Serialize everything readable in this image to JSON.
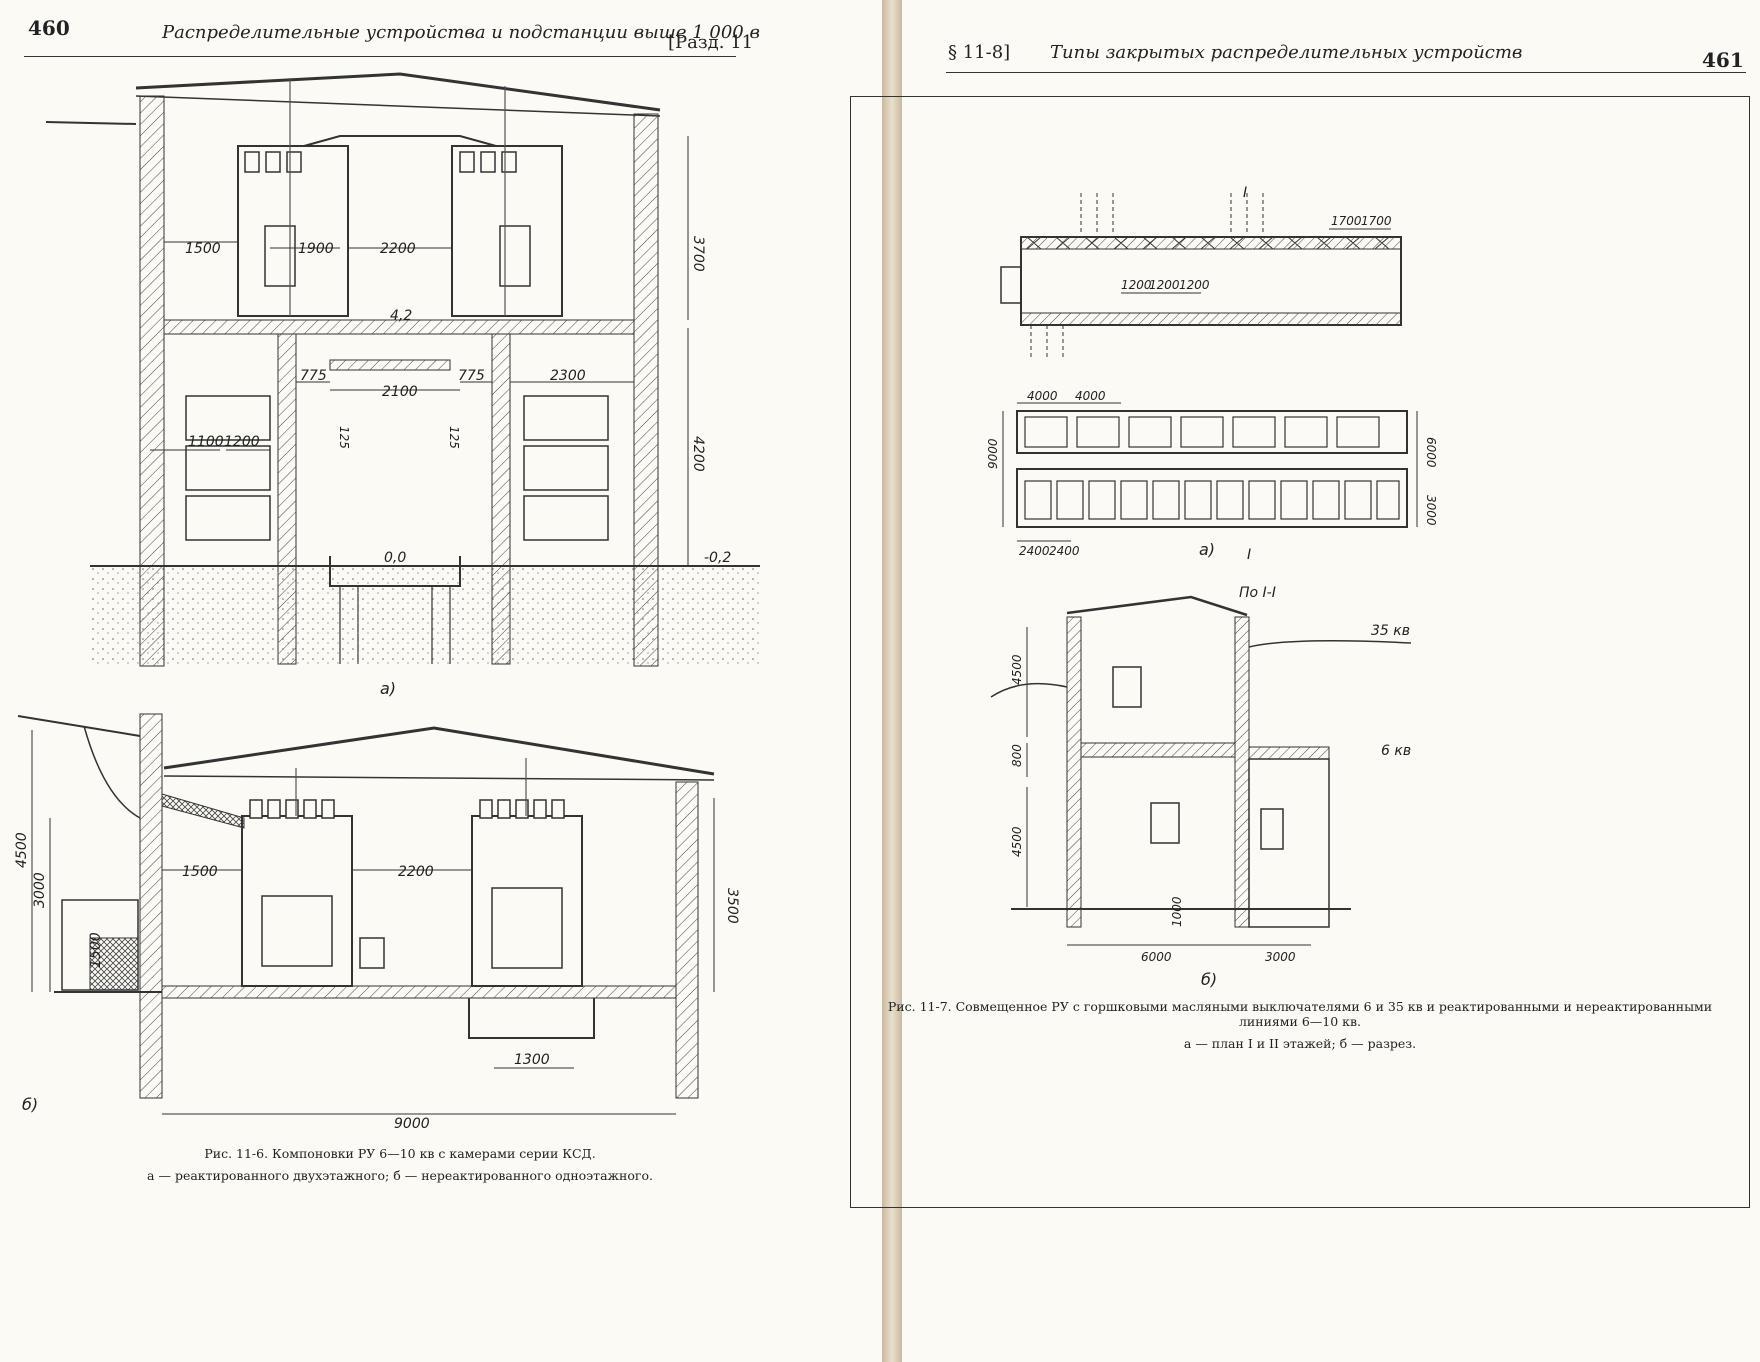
{
  "left_page": {
    "page_number": "460",
    "running_title": "Распределительные устройства и подстанции выше 1 000 в",
    "section_ref": "[Разд. 11",
    "figure_a": {
      "label": "а)",
      "dims": [
        "1500",
        "1900",
        "2200",
        "3700",
        "4,2",
        "775",
        "2100",
        "775",
        "2300",
        "125",
        "125",
        "1100",
        "1200",
        "4200",
        "0,0",
        "-0,2"
      ]
    },
    "figure_b": {
      "label": "б)",
      "dims": [
        "1500",
        "2200",
        "4500",
        "3000",
        "1500",
        "3500",
        "1300",
        "9000"
      ]
    },
    "caption": {
      "title": "Рис. 11-6. Компоновки РУ 6—10 кв с камерами серии КСД.",
      "legend": "а — реактированного двухэтажного; б — нереактированного одноэтажного."
    }
  },
  "right_page": {
    "page_number": "461",
    "section_ref": "§ 11-8]",
    "running_title": "Типы закрытых распределительных устройств",
    "figure_a": {
      "label": "а)",
      "section_marker": "I",
      "dims": [
        "1700",
        "1700",
        "1200",
        "1200",
        "1200",
        "4000",
        "4000",
        "9000",
        "6000",
        "3000",
        "2400",
        "2400",
        "I"
      ]
    },
    "figure_b": {
      "title": "По I-I",
      "label": "б)",
      "voltage_35": "35 кв",
      "voltage_6": "6 кв",
      "dims": [
        "4500",
        "800",
        "4500",
        "1000",
        "6000",
        "3000"
      ]
    },
    "caption": {
      "title": "Рис. 11-7. Совмещенное РУ с горшковыми масляными выключателями 6 и 35 кв и реактированными и нереактированными линиями 6—10 кв.",
      "legend": "а — план I и II этажей; б — разрез."
    }
  }
}
